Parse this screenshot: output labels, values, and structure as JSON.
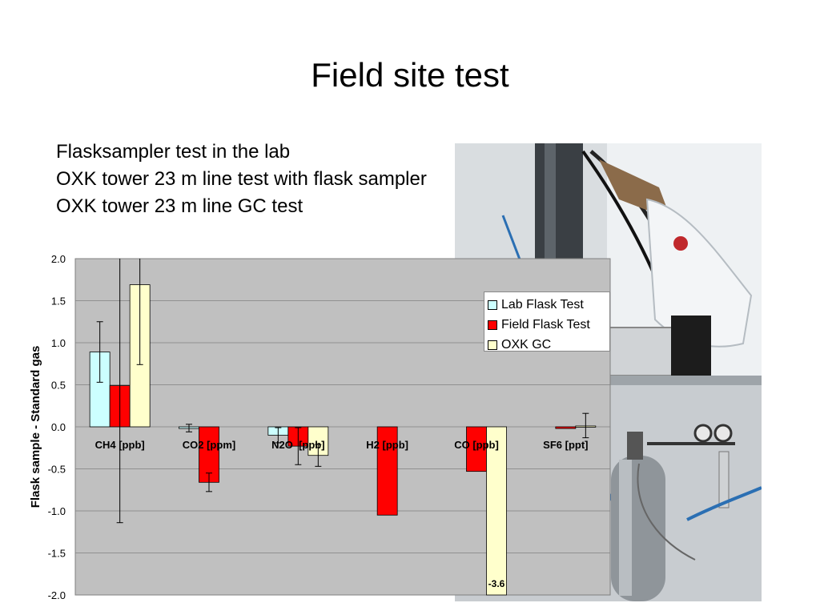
{
  "slide": {
    "title": "Field site test",
    "lines": [
      "Flasksampler test in the lab",
      "OXK tower 23 m line test with flask sampler",
      "OXK tower 23 m line GC test"
    ]
  },
  "colors": {
    "lab": "#ccffff",
    "field": "#ff0000",
    "gc": "#ffffcc",
    "plot_bg": "#c0c0c0"
  },
  "chart_data": {
    "type": "bar",
    "categories": [
      "CH4 [ppb]",
      "CO2 [ppm]",
      "N2O  [ppb]",
      "H2 [ppb]",
      "CO [ppb]",
      "SF6 [ppt]"
    ],
    "series": [
      {
        "name": "Lab Flask Test",
        "values": [
          0.89,
          -0.02,
          -0.1,
          null,
          null,
          null
        ],
        "error_low": [
          0.53,
          -0.06,
          -0.19,
          null,
          null,
          null
        ],
        "error_high": [
          1.25,
          0.03,
          -0.01,
          null,
          null,
          null
        ]
      },
      {
        "name": "Field Flask Test",
        "values": [
          0.49,
          -0.66,
          -0.23,
          -1.05,
          -0.53,
          -0.02
        ],
        "error_low": [
          -1.14,
          -0.77,
          -0.45,
          null,
          null,
          null
        ],
        "error_high": [
          2.02,
          -0.55,
          -0.01,
          null,
          null,
          null
        ]
      },
      {
        "name": "OXK GC",
        "values": [
          1.69,
          null,
          -0.34,
          null,
          -3.6,
          0.01
        ],
        "error_low": [
          0.74,
          null,
          -0.47,
          null,
          null,
          -0.13
        ],
        "error_high": [
          2.02,
          null,
          -0.21,
          null,
          null,
          0.16
        ]
      }
    ],
    "data_labels": [
      {
        "series": 2,
        "category": 4,
        "text": "-3.6"
      }
    ],
    "ylabel": "Flask sample - Standard gas",
    "ylim": [
      -2.0,
      2.0
    ],
    "yticks": [
      "2.0",
      "1.5",
      "1.0",
      "0.5",
      "0.0",
      "-0.5",
      "-1.0",
      "-1.5",
      "-2.0"
    ],
    "grid": true,
    "legend_position": "top-right"
  }
}
